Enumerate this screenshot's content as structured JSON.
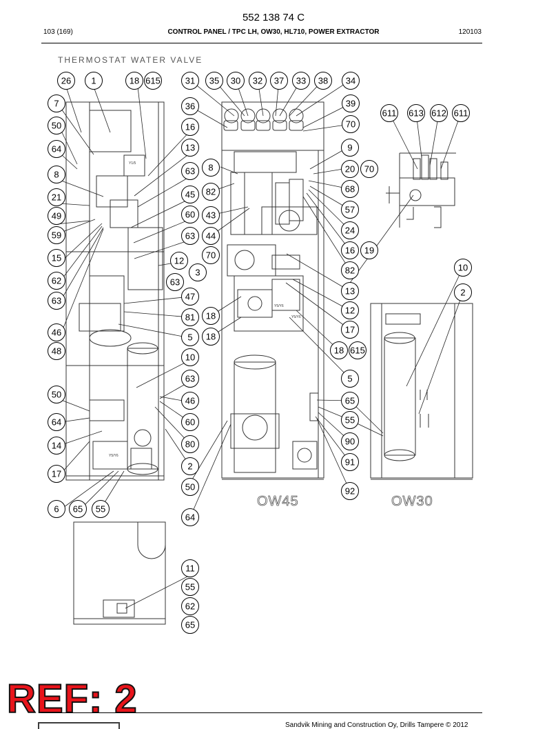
{
  "header": {
    "doc_number": "552 138 74 C",
    "page_info": "103 (169)",
    "title": "CONTROL PANEL / TPC LH, OW30, HL710, POWER EXTRACTOR",
    "date": "120103"
  },
  "drawing": {
    "section_title": "THERMOSTAT WATER VALVE",
    "view_labels": [
      "OW45",
      "OW30"
    ],
    "component_labels": [
      "Y1/5",
      "Y5/Y6",
      "Y5/Y6",
      "Y5/Y6"
    ],
    "callouts": [
      "26",
      "1",
      "18",
      "615",
      "31",
      "35",
      "30",
      "32",
      "37",
      "33",
      "38",
      "34",
      "7",
      "36",
      "39",
      "611",
      "613",
      "612",
      "611",
      "50",
      "16",
      "70",
      "64",
      "13",
      "9",
      "8",
      "63",
      "8",
      "20",
      "70",
      "68",
      "82",
      "21",
      "45",
      "57",
      "49",
      "60",
      "43",
      "24",
      "59",
      "63",
      "44",
      "16",
      "19",
      "15",
      "70",
      "82",
      "12",
      "10",
      "3",
      "62",
      "63",
      "13",
      "47",
      "2",
      "63",
      "12",
      "81",
      "18",
      "46",
      "5",
      "18",
      "17",
      "48",
      "18",
      "615",
      "10",
      "5",
      "50",
      "63",
      "46",
      "65",
      "64",
      "60",
      "55",
      "80",
      "14",
      "90",
      "2",
      "17",
      "91",
      "50",
      "92",
      "6",
      "65",
      "55",
      "64",
      "11",
      "55",
      "62",
      "65"
    ]
  },
  "stamp": {
    "text": "REF: 2"
  },
  "footer": {
    "copyright": "Sandvik Mining and Construction Oy, Drills Tampere © 2012"
  }
}
